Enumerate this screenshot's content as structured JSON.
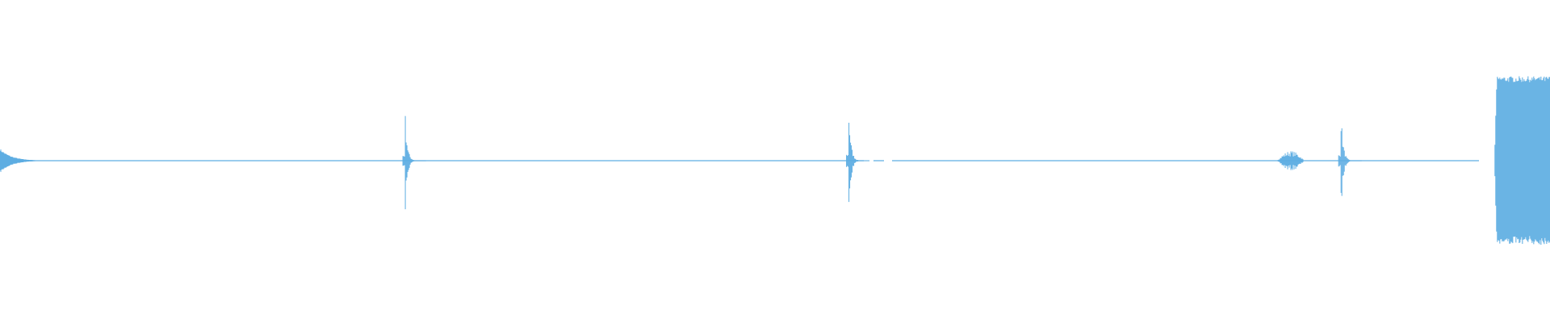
{
  "waveform": {
    "color": "#5dade2",
    "background": "#ffffff",
    "clip_start_level": 0.08,
    "events": [
      {
        "time_fraction": 0.0,
        "label": "",
        "amplitude": 0.08,
        "kind": "fade-out"
      },
      {
        "time_fraction": 0.2615,
        "label": "",
        "amplitude": 0.33,
        "kind": "transient"
      },
      {
        "time_fraction": 0.5477,
        "label": "",
        "amplitude": 0.38,
        "kind": "transient"
      },
      {
        "time_fraction": 0.8245,
        "label": "",
        "amplitude": 0.06,
        "kind": "burst"
      },
      {
        "time_fraction": 0.8652,
        "label": "",
        "amplitude": 0.35,
        "kind": "transient"
      },
      {
        "time_fraction": 0.9645,
        "label": "",
        "amplitude": 0.55,
        "kind": "sustained"
      }
    ]
  }
}
